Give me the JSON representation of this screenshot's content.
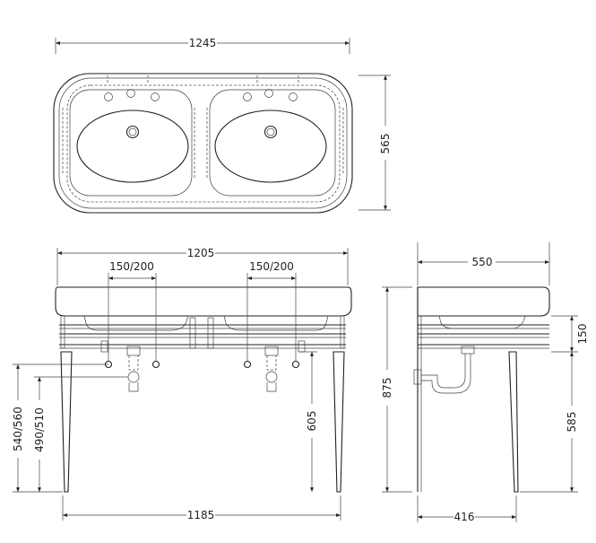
{
  "dimensions": {
    "top_width": "1245",
    "top_depth": "565",
    "front_width_top": "1205",
    "tap_spacing_left": "150/200",
    "tap_spacing_right": "150/200",
    "front_width_bottom": "1185",
    "height_left_1": "540/560",
    "height_left_2": "490/510",
    "waste_height": "605",
    "total_height": "875",
    "side_width_top": "550",
    "side_width_bottom": "416",
    "bowl_depth": "150",
    "leg_height": "585"
  }
}
